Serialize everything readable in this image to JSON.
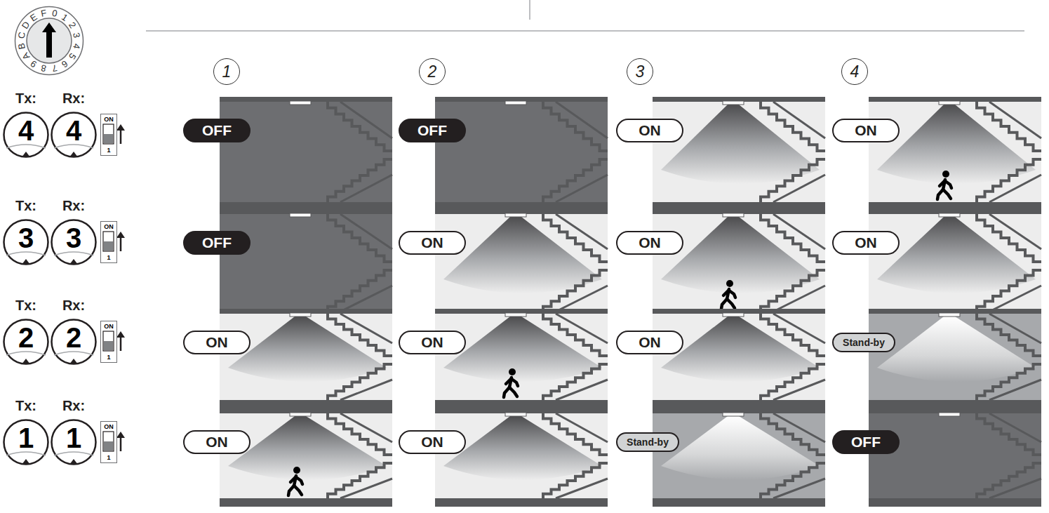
{
  "diagram": {
    "nodes": [
      {
        "text": [
          "0",
          "1",
          "2",
          "3",
          "4",
          "5",
          "6",
          "7",
          "8",
          "9",
          "A",
          "B",
          "C",
          "D",
          "E",
          "F"
        ]
      },
      {
        "text": [
          "1"
        ]
      },
      {
        "text": [
          "2"
        ]
      },
      {
        "text": [
          "3"
        ]
      },
      {
        "text": [
          "4"
        ]
      },
      {
        "text": [
          "Tx:",
          "4"
        ]
      },
      {
        "text": [
          "Rx:",
          "4"
        ]
      },
      {
        "text": [
          "ON",
          "1"
        ]
      },
      {
        "text": [
          "OFF"
        ]
      },
      {
        "text": [
          "OFF"
        ]
      },
      {
        "text": [
          "ON"
        ]
      },
      {
        "text": [
          "ON"
        ]
      },
      {
        "text": [
          "Tx:",
          "3"
        ]
      },
      {
        "text": [
          "Rx:",
          "3"
        ]
      },
      {
        "text": [
          "ON",
          "1"
        ]
      },
      {
        "text": [
          "OFF"
        ]
      },
      {
        "text": [
          "ON"
        ]
      },
      {
        "text": [
          "ON"
        ]
      },
      {
        "text": [
          "ON"
        ]
      },
      {
        "text": [
          "Tx:",
          "2"
        ]
      },
      {
        "text": [
          "Rx:",
          "2"
        ]
      },
      {
        "text": [
          "ON",
          "1"
        ]
      },
      {
        "text": [
          "ON"
        ]
      },
      {
        "text": [
          "ON"
        ]
      },
      {
        "text": [
          "ON"
        ]
      },
      {
        "text": [
          "Stand-by"
        ]
      },
      {
        "text": [
          "Tx:",
          "1"
        ]
      },
      {
        "text": [
          "Rx:",
          "1"
        ]
      },
      {
        "text": [
          "ON",
          "1"
        ]
      },
      {
        "text": [
          "ON"
        ]
      },
      {
        "text": [
          "ON"
        ]
      },
      {
        "text": [
          "Stand-by"
        ]
      },
      {
        "text": [
          "OFF"
        ]
      }
    ]
  }
}
